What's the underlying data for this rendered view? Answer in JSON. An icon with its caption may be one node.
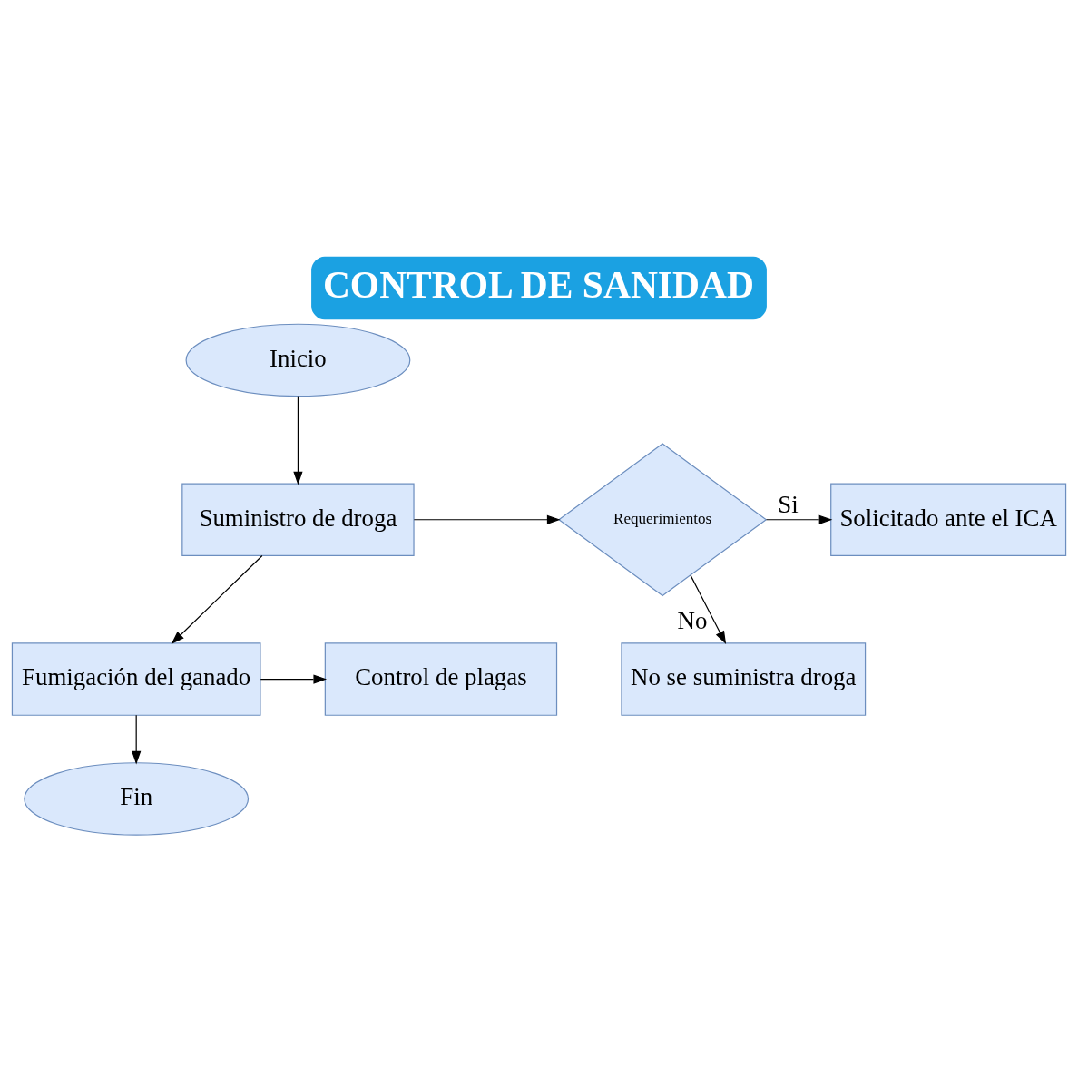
{
  "diagram": {
    "title": "CONTROL DE SANIDAD",
    "nodes": [
      {
        "text": [
          "Inicio"
        ]
      },
      {
        "text": [
          "Suministro de droga"
        ]
      },
      {
        "text": [
          "Requerimientos"
        ]
      },
      {
        "text": [
          "Solicitado ante el ICA"
        ]
      },
      {
        "text": [
          "No se suministra droga"
        ]
      },
      {
        "text": [
          "Fumigación del ganado"
        ]
      },
      {
        "text": [
          "Control de plagas"
        ]
      },
      {
        "text": [
          "Fin"
        ]
      }
    ],
    "edges": [
      {
        "from": 0,
        "to": 1,
        "arrow": "to"
      },
      {
        "from": 1,
        "to": 2,
        "arrow": "to"
      },
      {
        "from": 2,
        "to": 3,
        "arrow": "to",
        "label": "Si"
      },
      {
        "from": 2,
        "to": 4,
        "arrow": "to",
        "label": "No"
      },
      {
        "from": 1,
        "to": 5,
        "arrow": "to"
      },
      {
        "from": 5,
        "to": 6,
        "arrow": "to"
      },
      {
        "from": 5,
        "to": 7,
        "arrow": "to"
      }
    ]
  }
}
